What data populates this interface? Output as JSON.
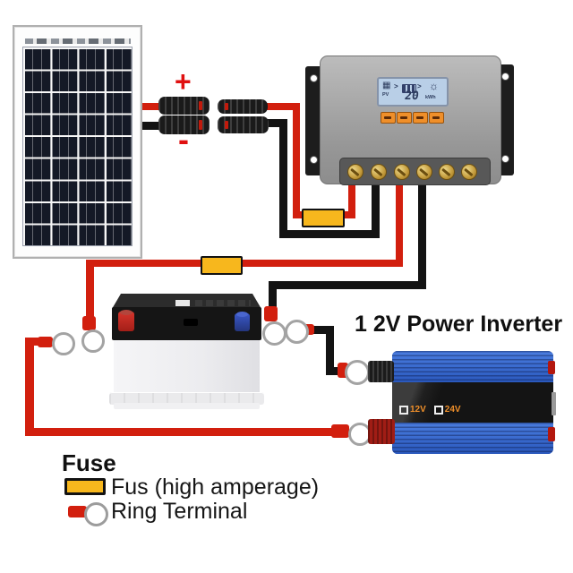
{
  "symbols": {
    "plus": "+",
    "minus": "-"
  },
  "controller": {
    "lcd": {
      "panel_icon": "▦",
      "pv_label": "PV",
      "arrow1": ">",
      "arrow2": ">",
      "sun_icon": "☼",
      "value": "20",
      "unit": "kWh"
    }
  },
  "inverter": {
    "title": "1 2V Power Inverter",
    "modes": {
      "m12": "12V",
      "m24": "24V"
    }
  },
  "legend": {
    "title": "Fuse",
    "fuse_label": "Fus (high amperage)",
    "ring_label": "Ring Terminal"
  },
  "colors": {
    "wire_red": "#d21f0e",
    "wire_black": "#131313",
    "fuse_yellow": "#f7b71d",
    "inverter_blue": "#2f63cf",
    "lcd_blue": "#b9cfe7",
    "button_orange": "#ef8f2a",
    "mode_text_orange": "#ef8f2a"
  }
}
